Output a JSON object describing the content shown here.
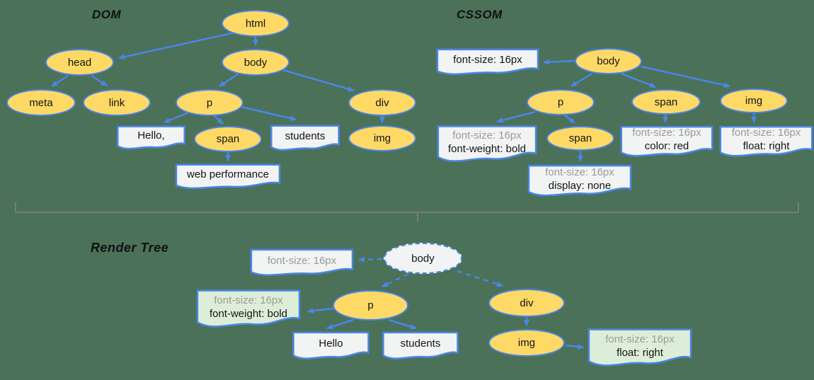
{
  "colors": {
    "background": "#4b7159",
    "node_fill": "#ffd966",
    "accent_blue": "#4a86e8",
    "doc_fill": "#f2f3f3",
    "green_fill": "#ddeed8",
    "muted_text": "#9a9a9a",
    "bracket_gray": "#7d7d7d"
  },
  "dom": {
    "title": "DOM",
    "nodes": {
      "html": "html",
      "head": "head",
      "body": "body",
      "meta": "meta",
      "link": "link",
      "p": "p",
      "div": "div",
      "span": "span",
      "img": "img"
    },
    "texts": {
      "hello": "Hello,",
      "students": "students",
      "webperf": "web performance"
    }
  },
  "cssom": {
    "title": "CSSOM",
    "nodes": {
      "body": "body",
      "p": "p",
      "span": "span",
      "span_child": "span",
      "img": "img"
    },
    "styles": {
      "body_fs": "font-size: 16px",
      "p_fs": "font-size: 16px",
      "p_fw": "font-weight: bold",
      "span_fs": "font-size: 16px",
      "span_color": "color: red",
      "img_fs": "font-size: 16px",
      "img_float": "float: right",
      "span_child_fs": "font-size: 16px",
      "span_child_display": "display: none"
    }
  },
  "render": {
    "title": "Render Tree",
    "nodes": {
      "body": "body",
      "p": "p",
      "div": "div",
      "img": "img"
    },
    "styles": {
      "body_fs": "font-size: 16px",
      "p_fs": "font-size: 16px",
      "p_fw": "font-weight: bold",
      "img_fs": "font-size: 16px",
      "img_float": "float: right"
    },
    "texts": {
      "hello": "Hello",
      "students": "students"
    }
  }
}
